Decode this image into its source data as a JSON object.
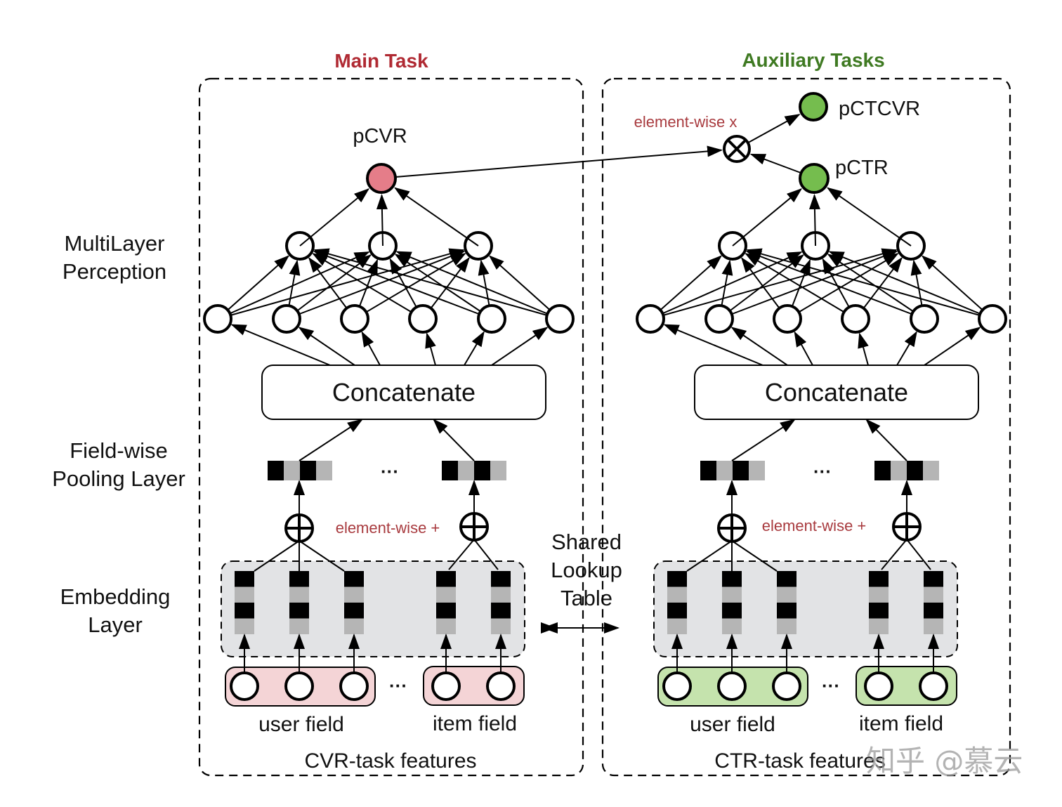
{
  "titles": {
    "main_task": "Main Task",
    "auxiliary_tasks": "Auxiliary Tasks"
  },
  "colors": {
    "main_title": "#b02a33",
    "aux_title": "#3f7a22",
    "op_label": "#a83a3e",
    "pcvr_fill": "#e57d89",
    "green_fill": "#75bd4e",
    "pink_field_fill": "#f4d4d6",
    "green_field_fill": "#c5e3ad",
    "embedding_bg": "#e2e3e5",
    "embed_dark": "#000000",
    "embed_light": "#b5b5b5",
    "stroke": "#000000"
  },
  "side_labels": {
    "mlp": [
      "MultiLayer",
      "Perception"
    ],
    "pooling": [
      "Field-wise",
      "Pooling Layer"
    ],
    "embedding": [
      "Embedding",
      "Layer"
    ]
  },
  "outputs": {
    "pcvr": "pCVR",
    "pctr": "pCTR",
    "pctcvr": "pCTCVR"
  },
  "operators": {
    "multiply": "element-wise x",
    "add_left": "element-wise +",
    "add_right": "element-wise +"
  },
  "concat_label": "Concatenate",
  "ellipsis": "···",
  "shared_lookup": [
    "Shared",
    "Lookup",
    "Table"
  ],
  "fields": {
    "user": "user field",
    "item": "item field"
  },
  "feature_groups": {
    "cvr": "CVR-task features",
    "ctr": "CTR-task features"
  },
  "network": {
    "hidden_layer_1_nodes": 6,
    "hidden_layer_2_nodes": 3,
    "user_field_inputs": 3,
    "item_field_inputs": 2
  },
  "watermark": "知乎 @慕云"
}
